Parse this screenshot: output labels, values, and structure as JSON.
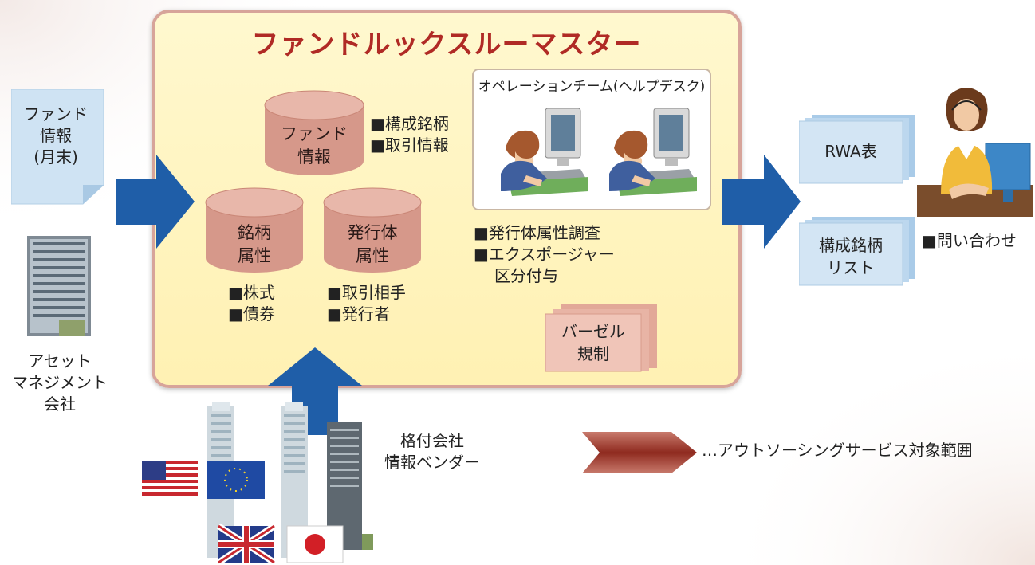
{
  "main": {
    "title": "ファンドルックスルーマスター",
    "ops_title": "オペレーションチーム(ヘルプデスク)"
  },
  "cylinders": {
    "fund": [
      "ファンド",
      "情報"
    ],
    "meigara": [
      "銘柄",
      "属性"
    ],
    "hakkoutai": [
      "発行体",
      "属性"
    ]
  },
  "notes": {
    "fund_items": [
      "■構成銘柄",
      "■取引情報"
    ],
    "meigara_items": [
      "■株式",
      "■債券"
    ],
    "hakkoutai_items": [
      "■取引相手",
      "■発行者"
    ],
    "ops_items": [
      "■発行体属性調査",
      "■エクスポージャー",
      "区分付与"
    ],
    "inquiry": "■問い合わせ"
  },
  "basel": [
    "バーゼル",
    "規制"
  ],
  "left": {
    "doc_lines": [
      "ファンド",
      "情報",
      "(月末)"
    ],
    "company_lines": [
      "アセット",
      "マネジメント",
      "会社"
    ]
  },
  "right": {
    "rwa": "RWA表",
    "list_lines": [
      "構成銘柄",
      "リスト"
    ]
  },
  "bottom": {
    "vendor_lines": [
      "格付会社",
      "情報ベンダー"
    ],
    "legend_text": "…アウトソーシングサービス対象範囲"
  },
  "colors": {
    "arrow_blue": "#1f5ea8",
    "title_red": "#b02a25",
    "cylinder": "#d6988a",
    "box_fill": "#fff4bf",
    "box_border": "#d7a49a"
  }
}
